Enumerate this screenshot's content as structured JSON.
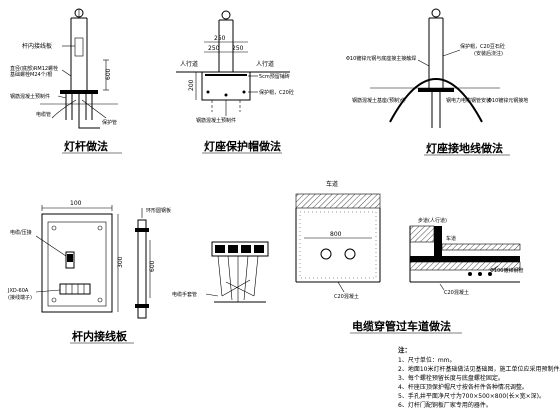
{
  "drawings": {
    "pole": {
      "title": "灯杆做法",
      "labels": {
        "inner_board": "杆内接线板",
        "anchor_bolts_1": "直径(底部)RM12螺栓",
        "anchor_bolts_2": "基础螺栓M24个/根",
        "cover_plate": "钢筋混凝土预制件",
        "cable_conduit": "电缆管",
        "pipe": "保护管"
      },
      "dims": {
        "height": "600"
      }
    },
    "base_cover": {
      "title": "灯座保护帽做法",
      "labels": {
        "sidewalk_left": "人行道",
        "sidewalk_right": "人行道",
        "sidewalk_layer": "5cm预留铺砖",
        "protect_cap": "保护帽，C20砼",
        "rebar": "钢筋混凝土预制件"
      },
      "dims": {
        "top": "250",
        "left": "250",
        "right": "250",
        "height": "200"
      }
    },
    "grounding": {
      "title": "灯座接地线做法",
      "labels": {
        "bolt_note": "Φ10镀锌元钢与底座接主接触焊",
        "protect_cap": "保护帽，C20豆石砼",
        "protect_cap_2": "(安装后浇注)",
        "concrete_base": "钢筋混凝土基座(预制)件",
        "cable_pipe": "钢电力电缆钢管安装",
        "ground_rod": "Φ10镀锌元钢接地"
      }
    },
    "terminal": {
      "title": "杆内接线板",
      "labels": {
        "wire_clamp": "电缆/压接",
        "left_note_1": "JXD-60A",
        "left_note_2": "(接线端子)",
        "ring_label": "环形圆钢板"
      },
      "dims": {
        "width": "100",
        "height": "300",
        "side": "600"
      }
    },
    "cable_splice": {
      "label": "电缆手套管"
    },
    "road_crossing": {
      "title": "电缆穿管过车道做法",
      "labels": {
        "roadway": "车道",
        "sidewalk": "步道(人行道)",
        "carriageway": "车道",
        "c20_fill": "C20混凝土",
        "c20_fill_2": "C20混凝土",
        "pipe_label": "Φ100镀锌钢管"
      },
      "dims": {
        "width": "800"
      }
    }
  },
  "notes": {
    "heading": "注：",
    "items": [
      "1、尺寸单位：mm。",
      "2、地面10米灯杆基础做法见基础图，施工单位应采用预制件。",
      "3、每个螺栓预留长度与底盘螺栓固定。",
      "4、杆座压顶保护帽尺寸按各杆件各种情况调整。",
      "5、手孔井平面净尺寸为700×500×800(长×宽×深)。",
      "6、灯杆门配铜板厂家专用的器件。"
    ]
  }
}
